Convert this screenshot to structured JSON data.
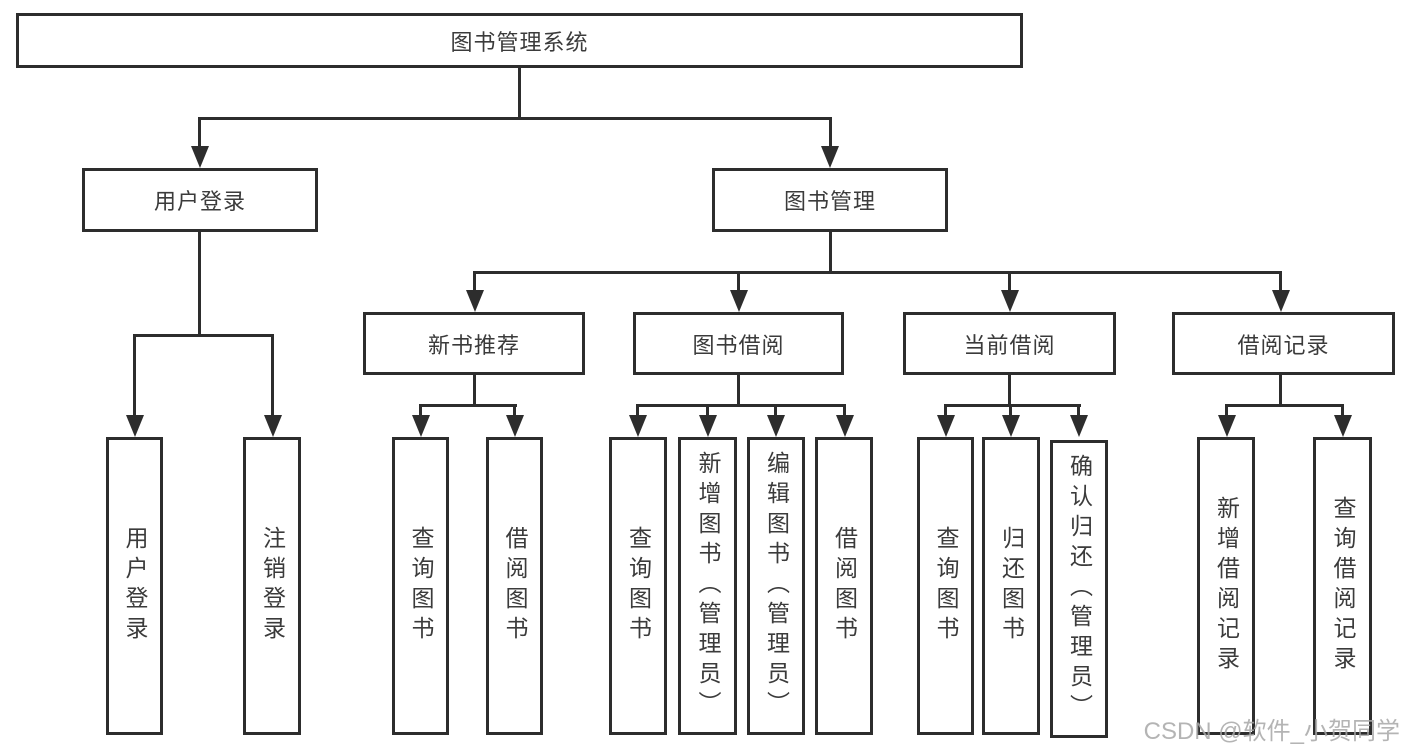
{
  "tree": {
    "root": "图书管理系统",
    "branches": [
      {
        "label": "用户登录",
        "children": [
          "用户登录",
          "注销登录"
        ]
      },
      {
        "label": "图书管理",
        "groups": [
          {
            "label": "新书推荐",
            "children": [
              "查询图书",
              "借阅图书"
            ]
          },
          {
            "label": "图书借阅",
            "children": [
              "查询图书",
              "新增图书（管理员）",
              "编辑图书（管理员）",
              "借阅图书"
            ]
          },
          {
            "label": "当前借阅",
            "children": [
              "查询图书",
              "归还图书",
              "确认归还（管理员）"
            ]
          },
          {
            "label": "借阅记录",
            "children": [
              "新增借阅记录",
              "查询借阅记录"
            ]
          }
        ]
      }
    ]
  },
  "watermark": {
    "text": "CSDN @软件_小贺同学"
  },
  "colors": {
    "border": "#2d2d2d",
    "text": "#3b3b3b",
    "watermark": "#a8a8a8",
    "bg": "#ffffff"
  }
}
